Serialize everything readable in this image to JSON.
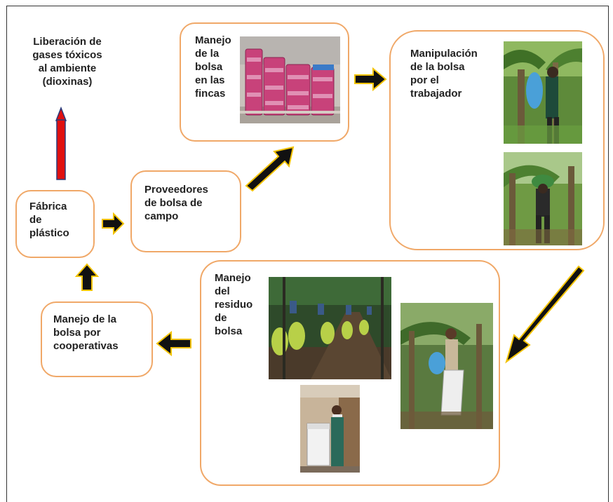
{
  "nodes": {
    "emission": "Liberación de\ngases tóxicos\nal ambiente\n(dioxinas)",
    "factory": "Fábrica\nde\nplástico",
    "suppliers": "Proveedores\nde bolsa de\ncampo",
    "farm_handling": "Manejo\nde la\nbolsa\nen las\nfincas",
    "worker_handling": "Manipulación\nde la bolsa\npor el\ntrabajador",
    "waste_handling": "Manejo\ndel\nresiduo\nde\nbolsa",
    "cooperatives": "Manejo de la\nbolsa por\ncooperativas"
  },
  "colors": {
    "box_border": "#f0a868",
    "arrow_fill": "#111111",
    "arrow_outline": "#f2c200",
    "emission_arrow": "#e01010",
    "emission_arrow_outline": "#2a3a7a"
  },
  "photos": [
    {
      "name": "stacked-pink-bag-bundles",
      "node": "farm_handling"
    },
    {
      "name": "worker-bagging-banana-bunch",
      "node": "worker_handling"
    },
    {
      "name": "worker-carrying-banana-bunch",
      "node": "worker_handling"
    },
    {
      "name": "bagged-banana-plantation-rows",
      "node": "waste_handling"
    },
    {
      "name": "worker-with-white-waste-bin",
      "node": "waste_handling"
    },
    {
      "name": "worker-collecting-bags-in-sack",
      "node": "waste_handling"
    }
  ]
}
